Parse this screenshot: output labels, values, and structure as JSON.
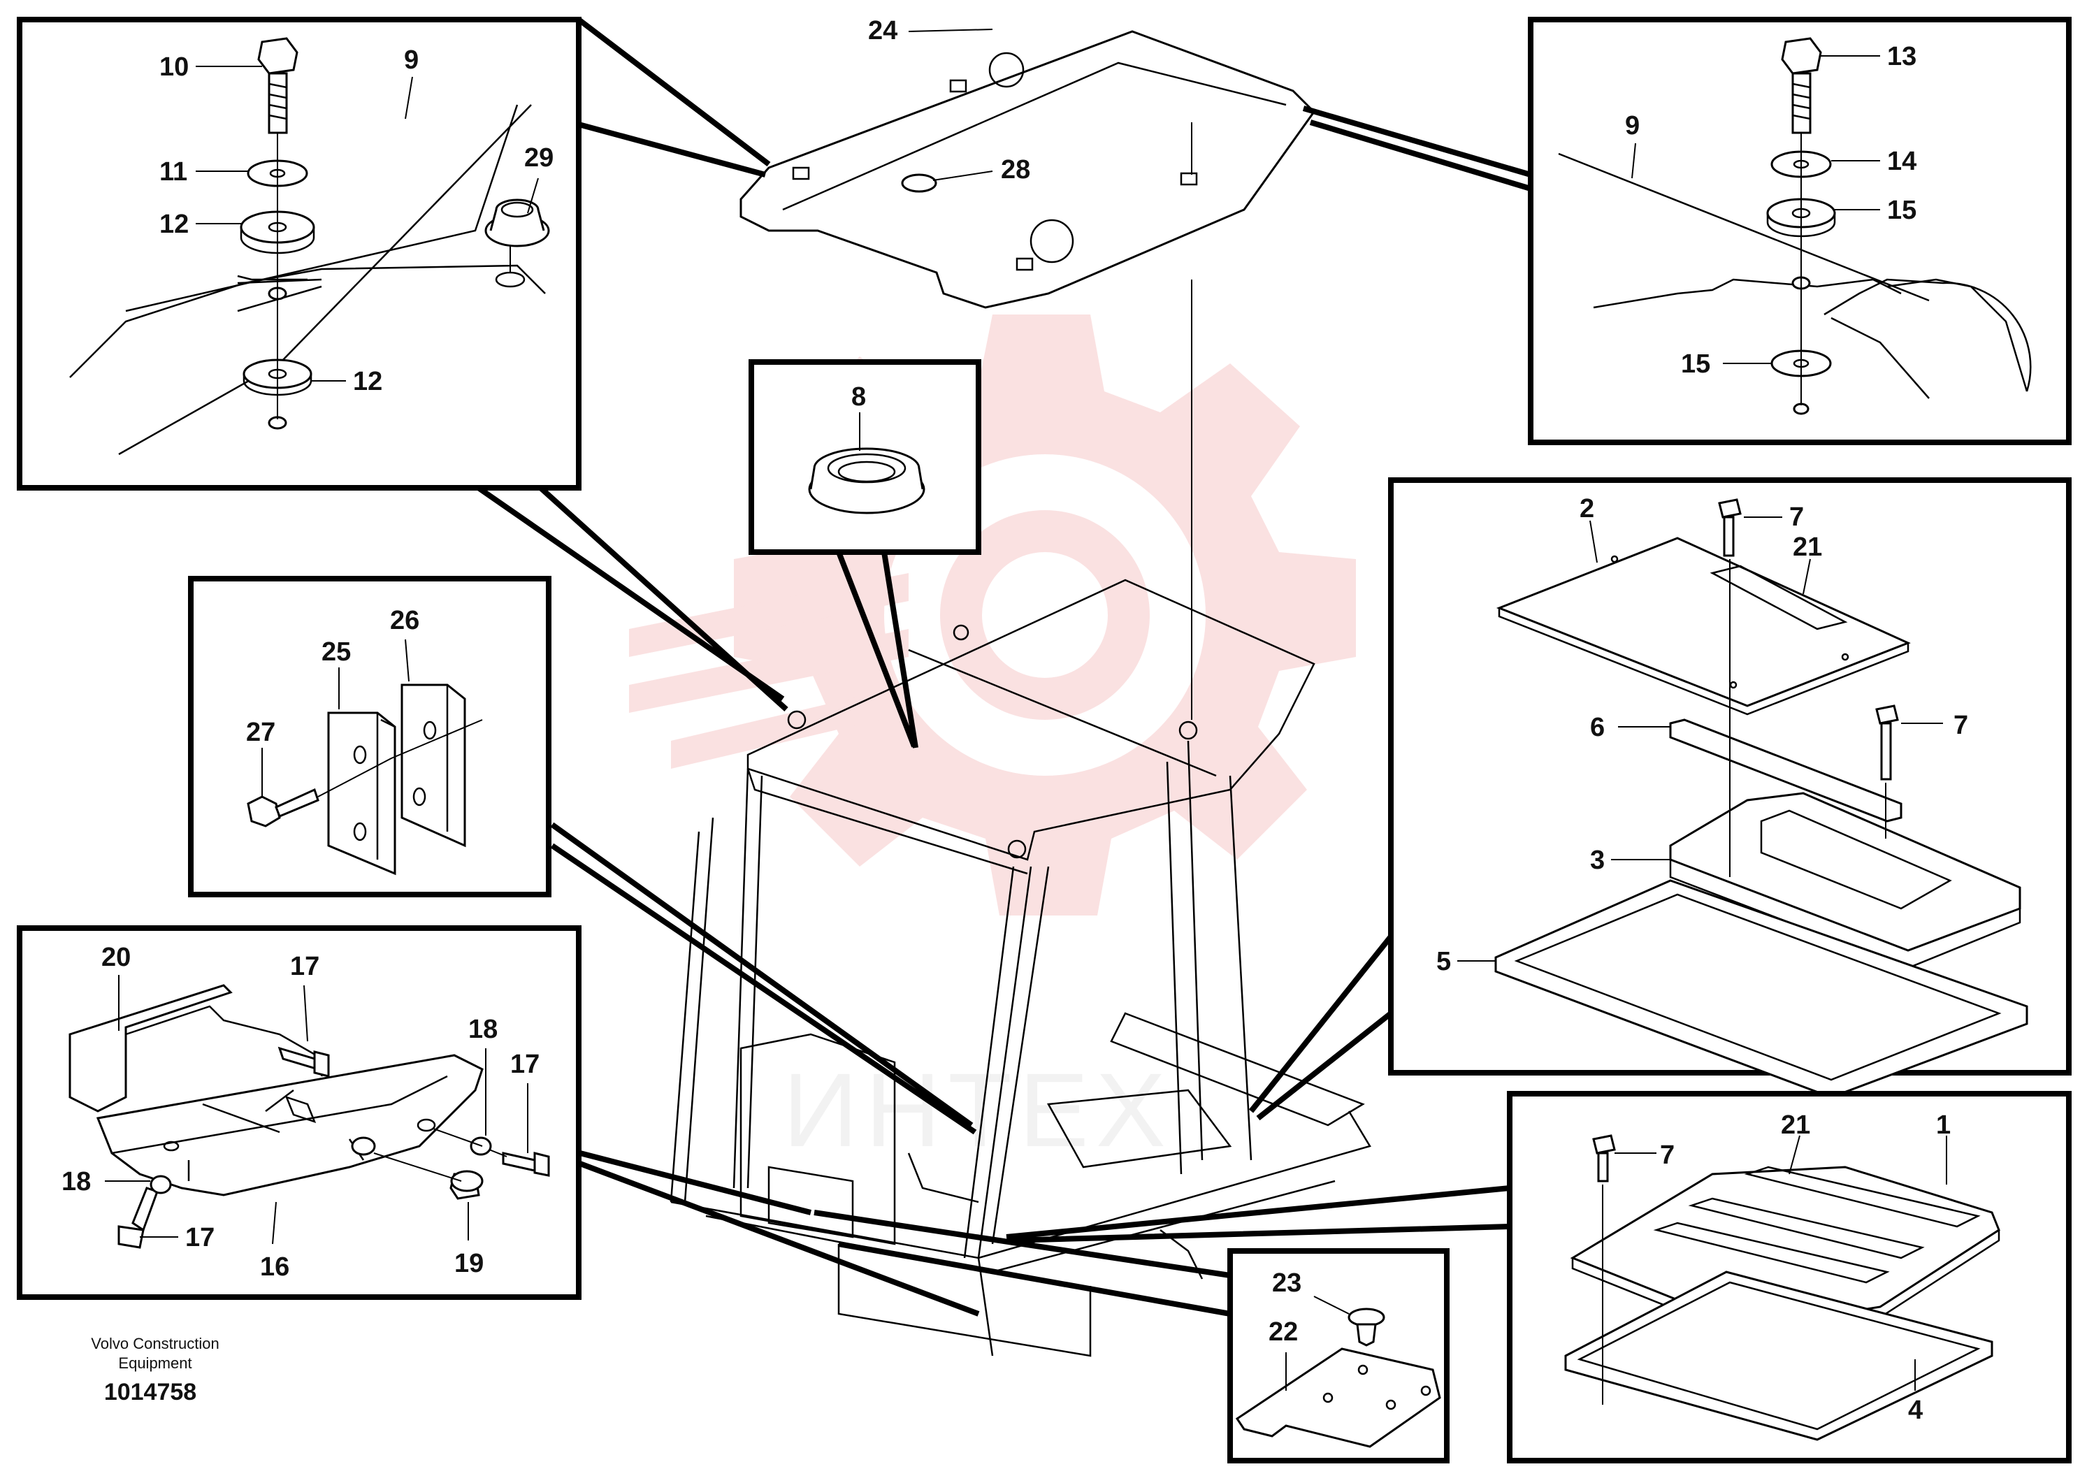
{
  "labels": {
    "l1": "1",
    "l2": "2",
    "l3": "3",
    "l4": "4",
    "l5": "5",
    "l6": "6",
    "l7a": "7",
    "l7b": "7",
    "l7c": "7",
    "l8": "8",
    "l9a": "9",
    "l9b": "9",
    "l10": "10",
    "l11": "11",
    "l12a": "12",
    "l12b": "12",
    "l13": "13",
    "l14": "14",
    "l15a": "15",
    "l15b": "15",
    "l16": "16",
    "l17a": "17",
    "l17b": "17",
    "l17c": "17",
    "l18a": "18",
    "l18b": "18",
    "l19": "19",
    "l20": "20",
    "l21a": "21",
    "l21b": "21",
    "l22": "22",
    "l23": "23",
    "l24": "24",
    "l25": "25",
    "l26": "26",
    "l27": "27",
    "l28": "28",
    "l29": "29"
  },
  "footer": {
    "line1": "Volvo Construction",
    "line2": "Equipment",
    "number": "1014758"
  },
  "watermark": {
    "text": "ИНТЕХ",
    "color": "#f3b8b8"
  }
}
